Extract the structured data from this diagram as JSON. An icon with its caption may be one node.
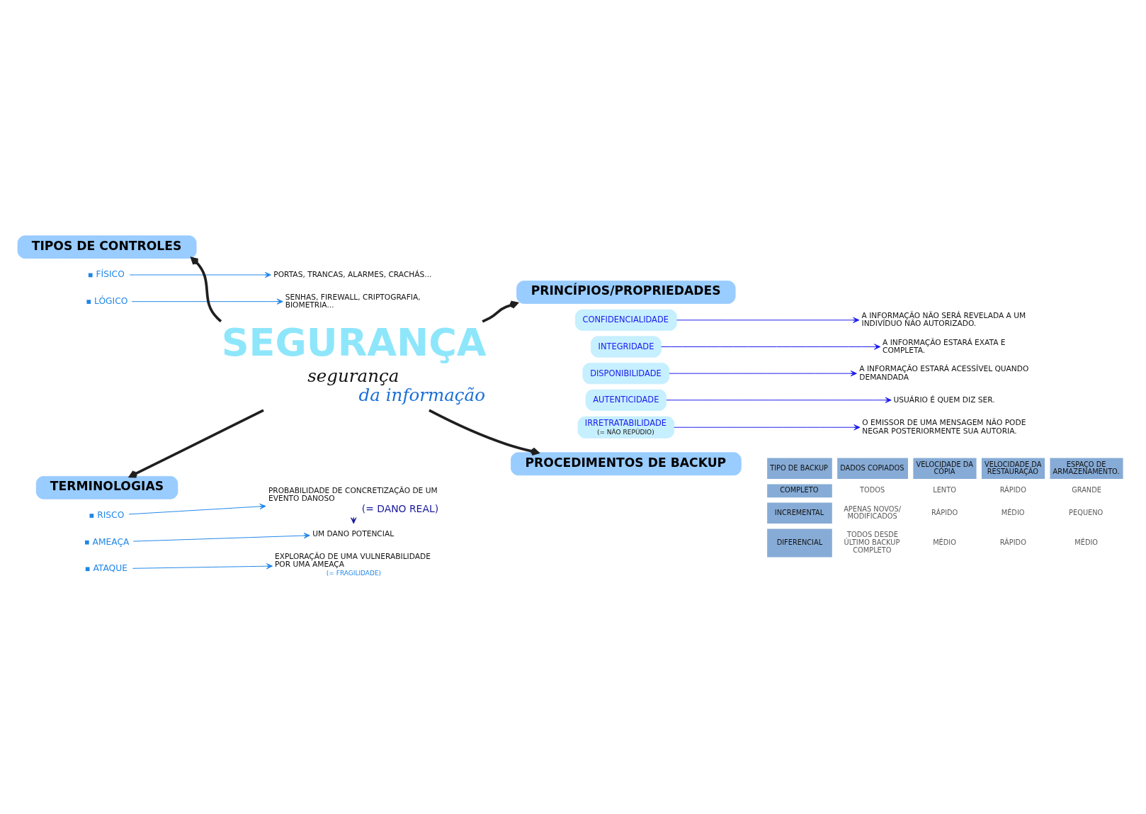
{
  "diagram": {
    "nodes": [
      {
        "text": [
          "TIPOS DE CONTROLES"
        ]
      },
      {
        "text": [
          "FÍSICO"
        ]
      },
      {
        "text": [
          "PORTAS, TRANCAS, ALARMES, CRACHÁS..."
        ]
      },
      {
        "text": [
          "LÓGICO"
        ]
      },
      {
        "text": [
          "SENHAS, FIREWALL, CRIPTOGRAFIA, BIOMETRIA..."
        ]
      },
      {
        "text": [
          "PRINCÍPIOS/PROPRIEDADES"
        ]
      },
      {
        "text": [
          "CONFIDENCIALIDADE"
        ]
      },
      {
        "text": [
          "A INFORMAÇÃO NÃO SERÁ REVELADA A UM INDIVÍDUO NÃO AUTORIZADO."
        ]
      },
      {
        "text": [
          "INTEGRIDADE"
        ]
      },
      {
        "text": [
          "A INFORMAÇÃO ESTARÁ EXATA E COMPLETA."
        ]
      },
      {
        "text": [
          "DISPONIBILIDADE"
        ]
      },
      {
        "text": [
          "A INFORMAÇÃO ESTARÁ ACESSÍVEL QUANDO DEMANDADA"
        ]
      },
      {
        "text": [
          "AUTENTICIDADE"
        ]
      },
      {
        "text": [
          "USUÁRIO É QUEM DIZ SER."
        ]
      },
      {
        "text": [
          "IRRETRATABILIDADE",
          "(= NÃO REPÚDIO)"
        ]
      },
      {
        "text": [
          "O EMISSOR DE UMA MENSAGEM NÃO PODE NEGAR POSTERIORMENTE SUA AUTORIA."
        ]
      },
      {
        "text": [
          "TERMINOLOGIAS"
        ]
      },
      {
        "text": [
          "RISCO"
        ]
      },
      {
        "text": [
          "PROBABILIDADE DE CONCRETIZAÇÃO DE UM EVENTO DANOSO"
        ],
        "beside": [
          "(= DANO REAL)"
        ]
      },
      {
        "text": [
          "AMEAÇA"
        ]
      },
      {
        "text": [
          "UM DANO POTENCIAL"
        ]
      },
      {
        "text": [
          "ATAQUE"
        ]
      },
      {
        "text": [
          "EXPLORAÇÃO DE UMA VULNERABILIDADE POR UMA AMEAÇA"
        ],
        "beside": [
          "(= FRAGILIDADE)"
        ]
      },
      {
        "text": [
          "SEGURANÇA",
          "segurança",
          "da informação"
        ]
      },
      {
        "text": [
          "PROCEDIMENTOS DE BACKUP"
        ]
      }
    ],
    "edges": [
      {
        "from": 23,
        "to": 0,
        "arrow": "to",
        "style": "thick",
        "color": "#1f1f1f"
      },
      {
        "from": 23,
        "to": 5,
        "arrow": "to",
        "style": "thick",
        "color": "#1f1f1f"
      },
      {
        "from": 23,
        "to": 16,
        "arrow": "to",
        "style": "thick",
        "color": "#1f1f1f"
      },
      {
        "from": 23,
        "to": 24,
        "arrow": "to",
        "style": "thick",
        "color": "#1f1f1f"
      },
      {
        "from": 1,
        "to": 2,
        "arrow": "to",
        "color": "#1f86e8"
      },
      {
        "from": 3,
        "to": 4,
        "arrow": "to",
        "color": "#1f86e8"
      },
      {
        "from": 6,
        "to": 7,
        "arrow": "to",
        "color": "#1a1aee"
      },
      {
        "from": 8,
        "to": 9,
        "arrow": "to",
        "color": "#1a1aee"
      },
      {
        "from": 10,
        "to": 11,
        "arrow": "to",
        "color": "#1a1aee"
      },
      {
        "from": 12,
        "to": 13,
        "arrow": "to",
        "color": "#1a1aee"
      },
      {
        "from": 14,
        "to": 15,
        "arrow": "to",
        "color": "#1a1aee"
      },
      {
        "from": 17,
        "to": 18,
        "arrow": "to",
        "color": "#1f86e8"
      },
      {
        "from": 19,
        "to": 20,
        "arrow": "to",
        "color": "#1f86e8"
      },
      {
        "from": 21,
        "to": 22,
        "arrow": "to",
        "color": "#1f86e8"
      },
      {
        "from": 18,
        "to": 20,
        "arrow": "to",
        "color": "#1a1a9c"
      }
    ],
    "labels": [
      "TIPO DE BACKUP",
      "DADOS COPIADOS",
      "VELOCIDADE DA CÓPIA",
      "VELOCIDADE DA RESTAURAÇÃO",
      "ESPAÇO DE ARMAZENAMENTO.",
      "COMPLETO",
      "TODOS",
      "LENTO",
      "RÁPIDO",
      "GRANDE",
      "INCREMENTAL",
      "APENAS NOVOS/ MODIFICADOS",
      "RÁPIDO",
      "MÉDIO",
      "PEQUENO",
      "DIFERENCIAL",
      "TODOS DESDE ÚLTIMO BACKUP COMPLETO",
      "MÉDIO",
      "RÁPIDO",
      "MÉDIO"
    ]
  }
}
